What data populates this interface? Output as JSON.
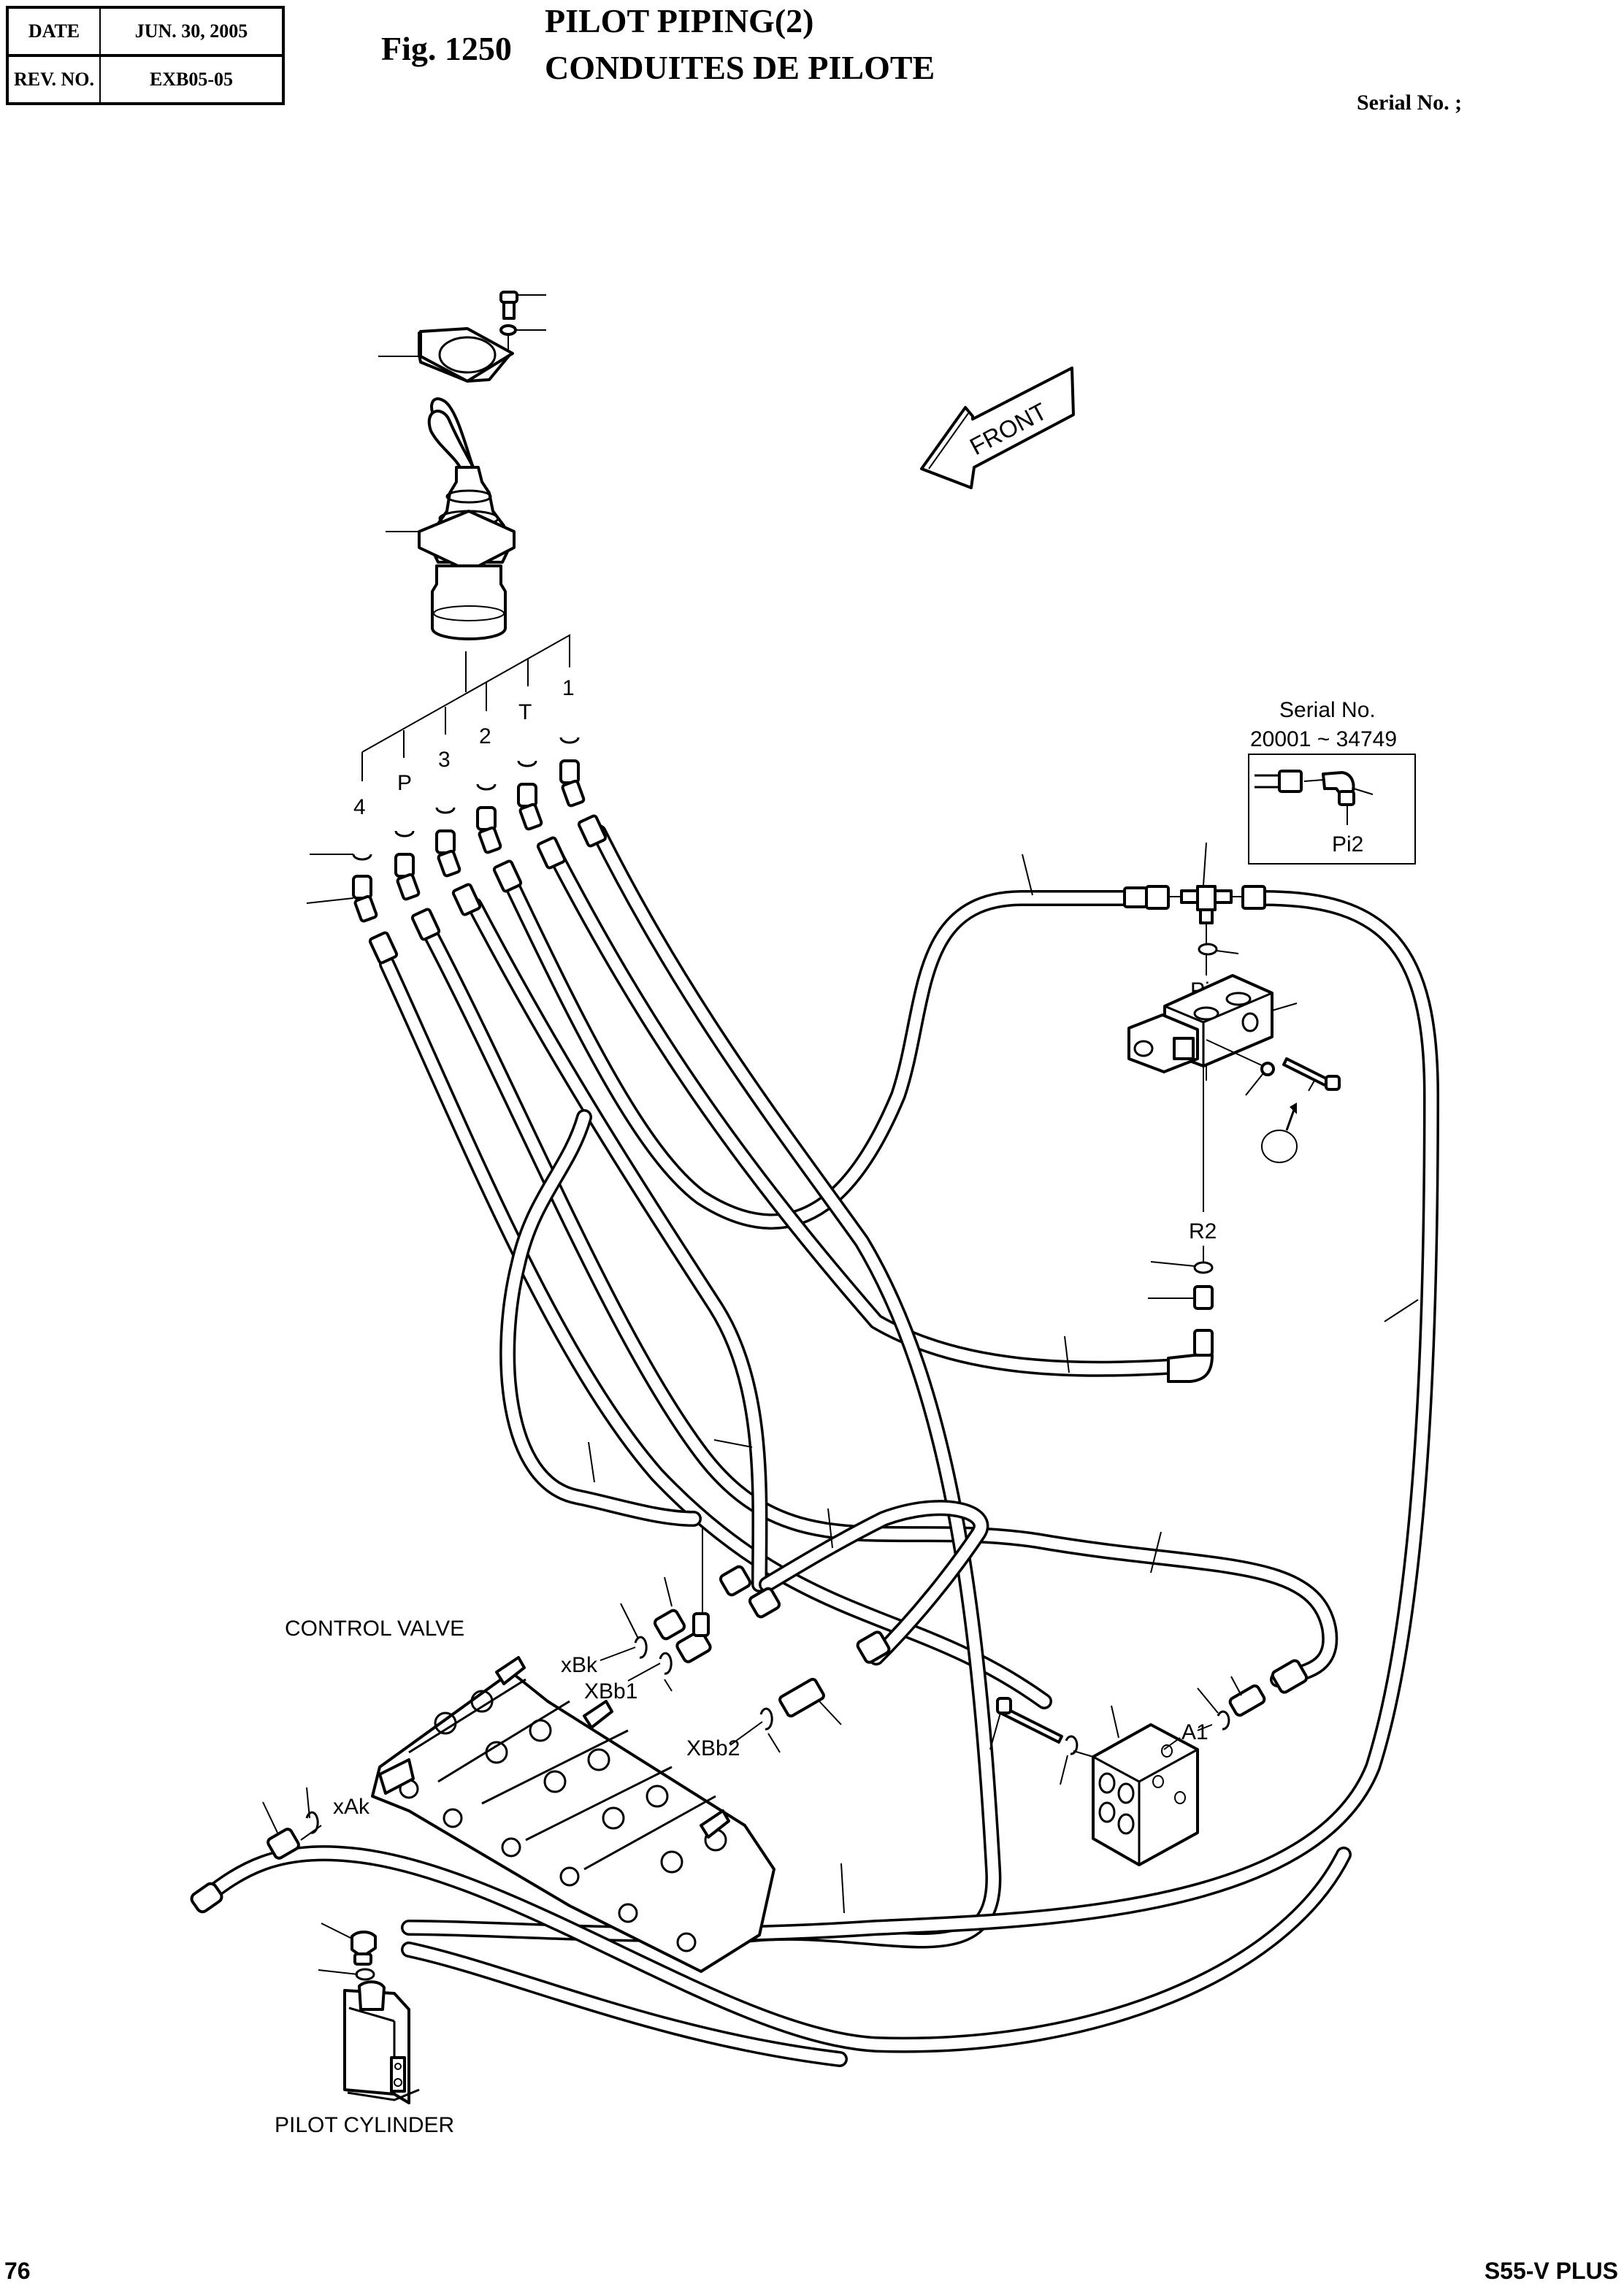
{
  "header": {
    "date_label": "DATE",
    "date_value": "JUN. 30, 2005",
    "rev_label": "REV. NO.",
    "rev_value": "EXB05-05",
    "figure_number": "Fig. 1250",
    "title_en": "PILOT PIPING(2)",
    "title_fr": "CONDUITES DE PILOTE",
    "serial_label": "Serial No. ;"
  },
  "diagram": {
    "front_arrow_label": "FRONT",
    "joystick_ports": [
      "4",
      "P",
      "3",
      "2",
      "T",
      "1"
    ],
    "inset": {
      "serial_title": "Serial No.",
      "serial_range": "20001 ~ 34749",
      "port_label": "Pi2"
    },
    "valve_block_ports": {
      "inlet": "Pi2",
      "return": "R2"
    },
    "control_valve": {
      "label": "CONTROL VALVE",
      "ports": [
        "xBk",
        "XBb1",
        "XBb2",
        "xAk"
      ]
    },
    "manifold_block_port": "A1",
    "pilot_cylinder_label": "PILOT CYLINDER"
  },
  "footer": {
    "page_number": "76",
    "model": "S55-V PLUS"
  }
}
